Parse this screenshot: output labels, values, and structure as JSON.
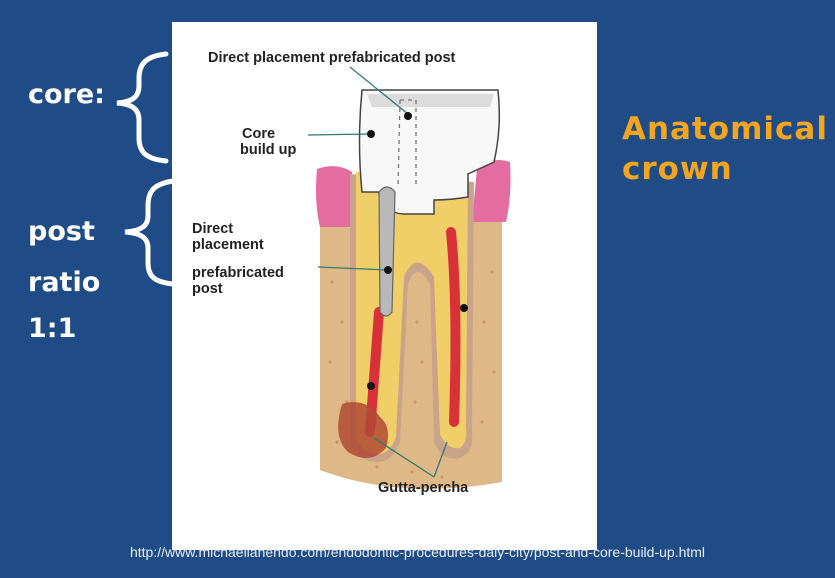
{
  "left_labels": {
    "core": "core:",
    "post": "post",
    "ratio": "ratio",
    "ratio_value": "1:1"
  },
  "right_label": {
    "line1": "Anatomical",
    "line2": "crown"
  },
  "diagram": {
    "callouts": {
      "direct_post_top": "Direct placement prefabricated post",
      "core_build_up_1": "Core",
      "core_build_up_2": "build up",
      "direct_1": "Direct",
      "direct_2": "placement",
      "direct_3": "prefabricated",
      "direct_4": "post",
      "gutta_percha": "Gutta-percha"
    }
  },
  "footer": {
    "url": "http://www.michaelianendo.com/endodontic-procedures-daly-city/post-and-core-build-up.html"
  },
  "colors": {
    "background": "#1f4b86",
    "accent_orange": "#f3a51f",
    "bracket_orange": "#e07d1a",
    "gutta_percha_red": "#d8313a",
    "dentin_yellow": "#f1cf68",
    "gum_pink": "#e46ca1"
  }
}
